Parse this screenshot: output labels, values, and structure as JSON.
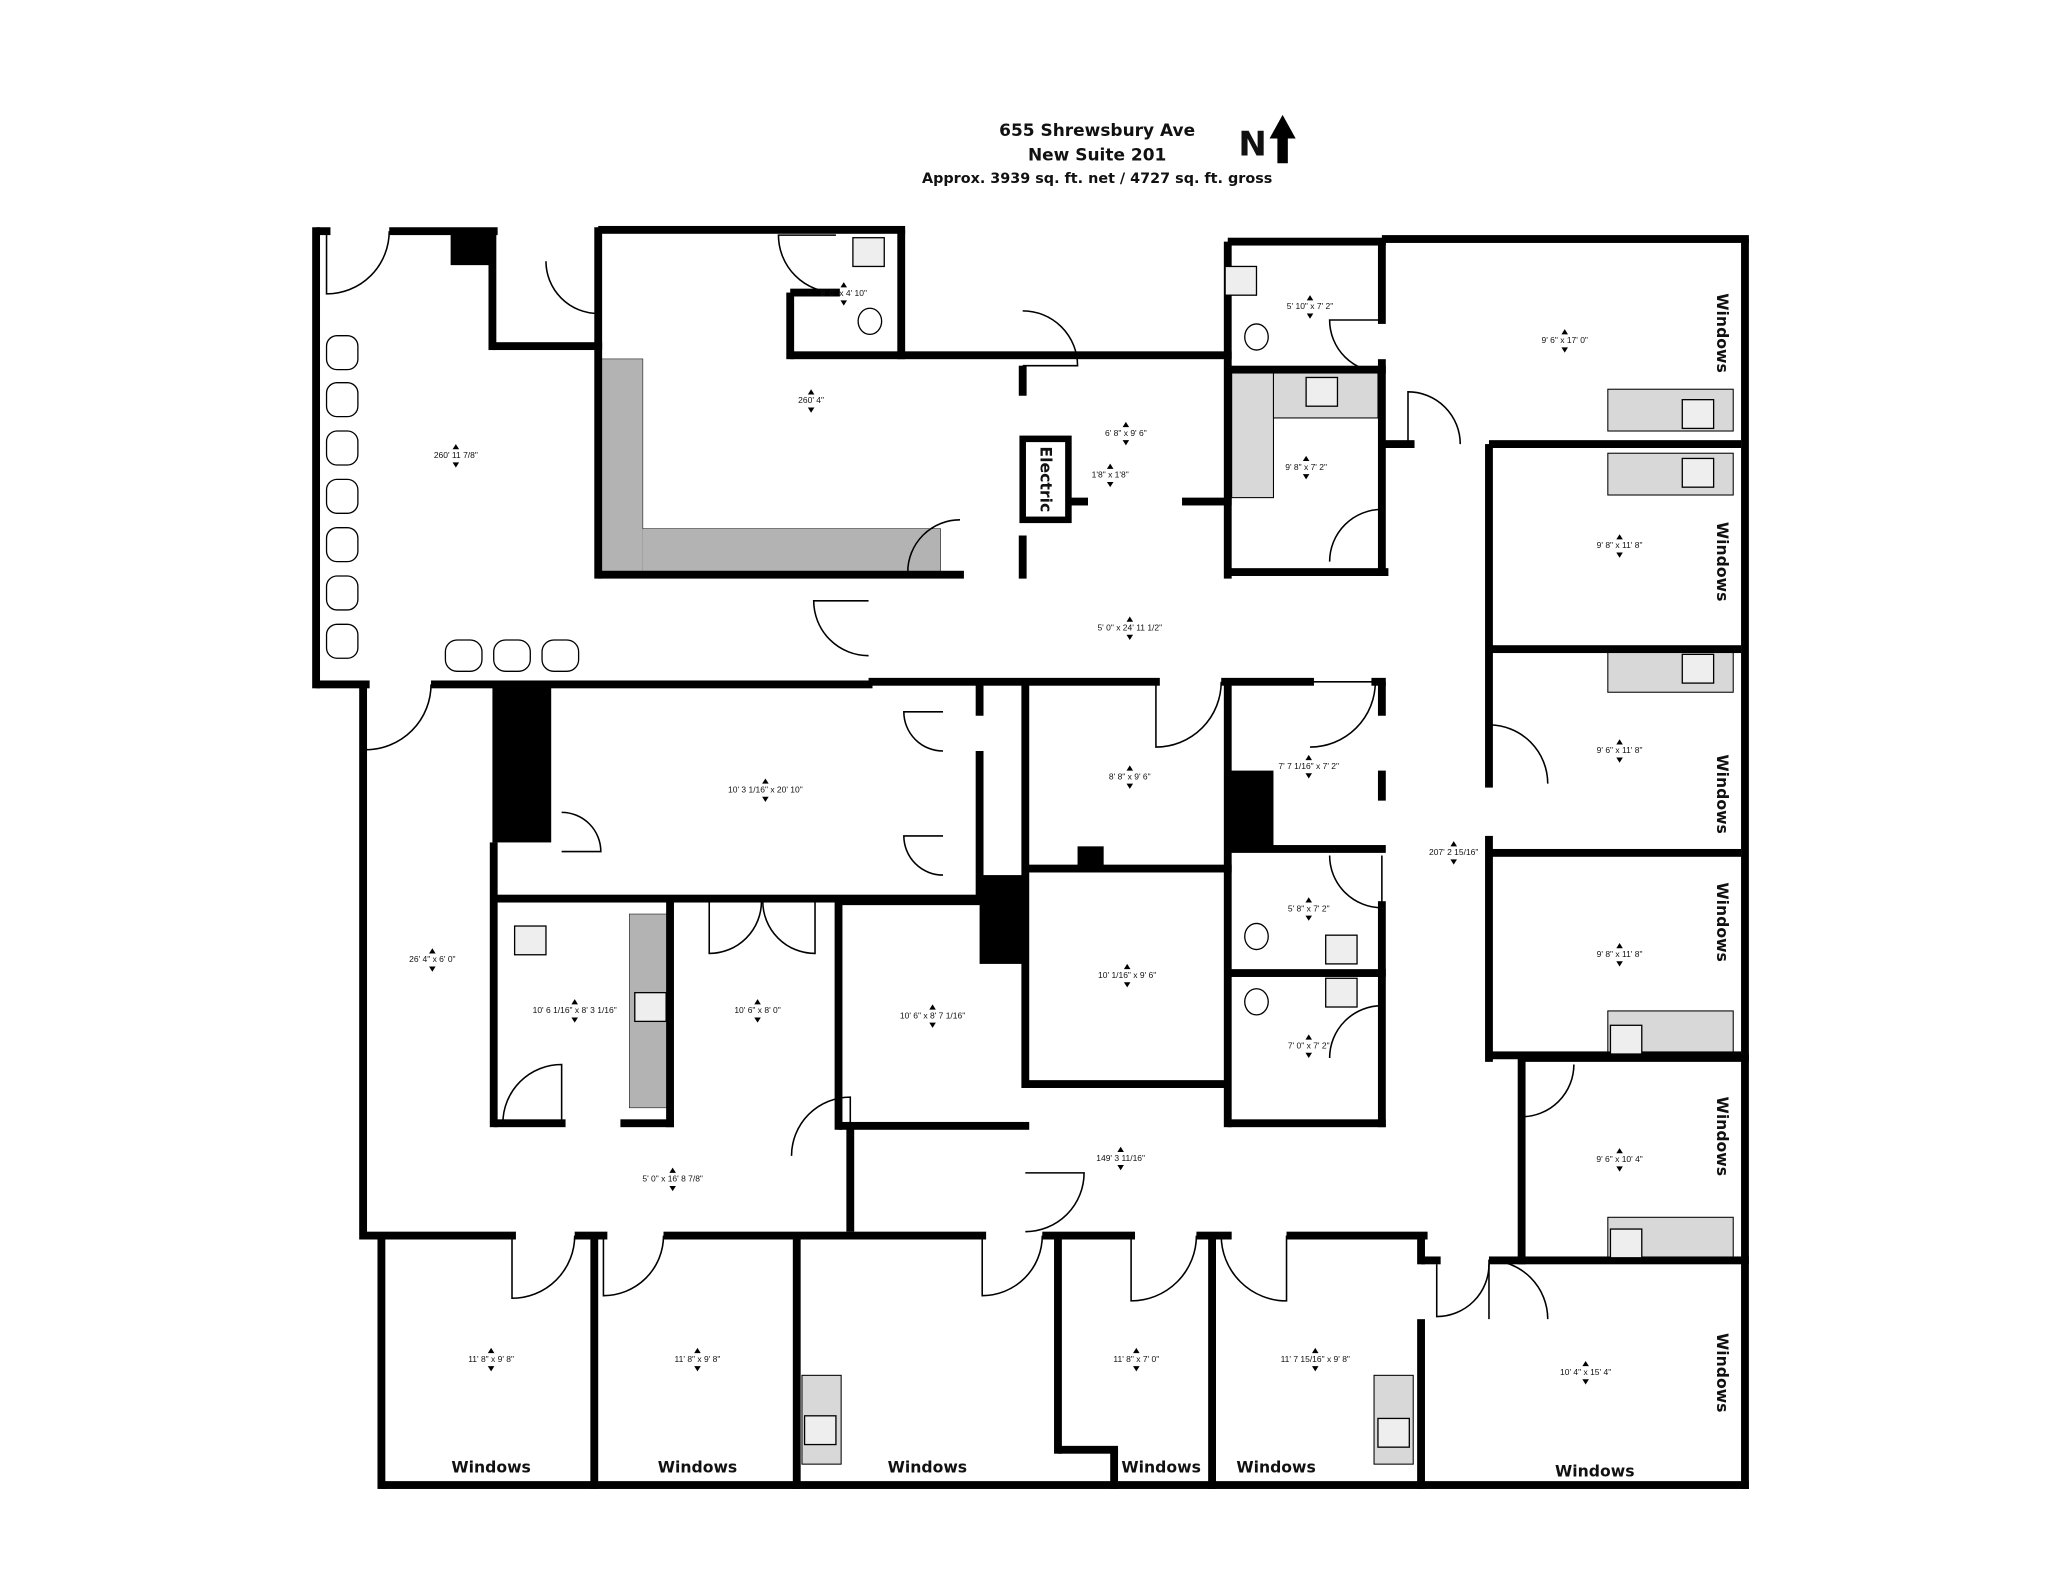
{
  "header": {
    "address": "655 Shrewsbury Ave",
    "suite": "New Suite 201",
    "area": "Approx. 3939 sq. ft. net / 4727 sq. ft. gross",
    "north_label": "N",
    "north_icon": "north-arrow-icon"
  },
  "rooms": [
    {
      "dims": "260' 11 7/8\""
    },
    {
      "dims": "260' 4\""
    },
    {
      "dims": "8' 0\" x 4' 10\""
    },
    {
      "dims": "6' 8\" x 9' 6\""
    },
    {
      "dims": "1'8\" x 1'8\""
    },
    {
      "dims": "5' 10\" x 7' 2\""
    },
    {
      "dims": "9' 6\" x 17' 0\""
    },
    {
      "dims": "9' 8\" x 7' 2\""
    },
    {
      "dims": "5' 0\" x 24' 11 1/2\""
    },
    {
      "dims": "9' 8\" x 11' 8\""
    },
    {
      "dims": "10' 3 1/16\" x 20' 10\""
    },
    {
      "dims": "8' 8\" x 9' 6\""
    },
    {
      "dims": "7' 7 1/16\" x 7' 2\""
    },
    {
      "dims": "9' 6\" x 11' 8\""
    },
    {
      "dims": "207' 2 15/16\""
    },
    {
      "dims": "5' 8\" x 7' 2\""
    },
    {
      "dims": "26' 4\" x 6' 0\""
    },
    {
      "dims": "10' 1/16\" x 9' 6\""
    },
    {
      "dims": "9' 8\" x 11' 8\""
    },
    {
      "dims": "10' 6 1/16\" x 8' 3 1/16\""
    },
    {
      "dims": "10' 6\" x 8' 0\""
    },
    {
      "dims": "10' 6\" x 8' 7 1/16\""
    },
    {
      "dims": "7' 0\" x 7' 2\""
    },
    {
      "dims": "149' 3 11/16\""
    },
    {
      "dims": "9' 6\" x 10' 4\""
    },
    {
      "dims": "5' 0\" x 16' 8 7/8\""
    },
    {
      "dims": "11' 8\" x 9' 8\""
    },
    {
      "dims": "11' 8\" x 9' 8\""
    },
    {
      "dims": "11' 8\" x 7' 0\""
    },
    {
      "dims": "11' 7 15/16\" x 9' 8\""
    },
    {
      "dims": "10' 4\" x 15' 4\""
    }
  ],
  "labels": {
    "electric": "Electric",
    "windows": [
      "Windows",
      "Windows",
      "Windows",
      "Windows",
      "Windows",
      "Windows",
      "Windows",
      "Windows",
      "Windows",
      "Windows",
      "Windows",
      "Windows"
    ]
  },
  "colors": {
    "wall": "#000000",
    "counter": "#b3b3b3",
    "fixture": "#eeeeee"
  }
}
